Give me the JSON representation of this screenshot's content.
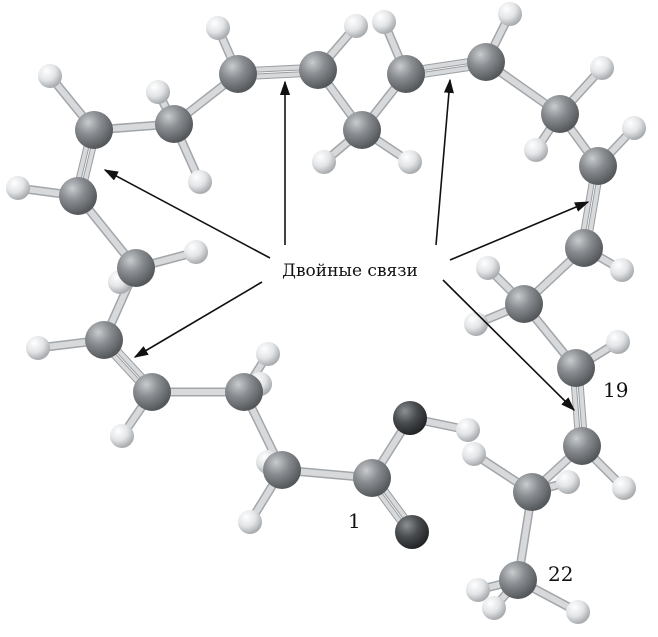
{
  "label_center": "Двойные связи",
  "label_c1": "1",
  "label_c19": "19",
  "label_c22": "22",
  "colors": {
    "carbon": "#7b7f83",
    "hydrogen": "#e6e8ea",
    "oxygen": "#3f4245",
    "bond": "#d7d9db",
    "arrow": "#111111"
  }
}
